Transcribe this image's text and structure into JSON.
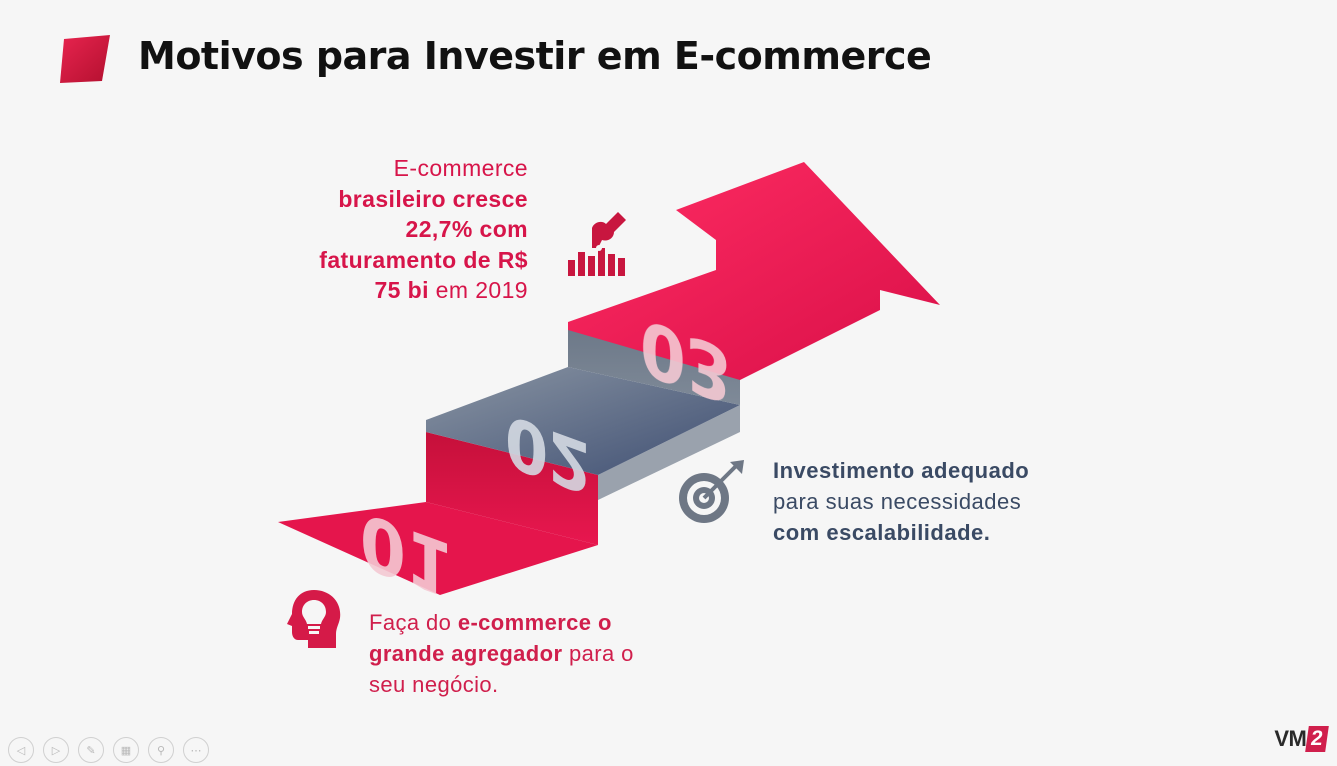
{
  "slide": {
    "title": "Motivos para Investir em E-commerce"
  },
  "steps": [
    {
      "number": "01"
    },
    {
      "number": "02"
    },
    {
      "number": "03"
    }
  ],
  "step_03_text": {
    "line1": "E-commerce",
    "line2": "brasileiro cresce",
    "line3": "22,7% com",
    "line4": "faturamento de R$",
    "line5_bold": "75 bi",
    "line5_regular": " em 2019"
  },
  "step_02_text": {
    "line1": "Investimento adequado",
    "line2": "para suas necessidades",
    "line3": "com escalabilidade."
  },
  "step_01_text": {
    "line1_regular": "Faça do ",
    "line1_bold": "e-commerce o",
    "line2_bold": "grande agregador",
    "line2_regular": " para o",
    "line3": "seu negócio."
  },
  "icons": {
    "title_mark": "red-parallelogram-icon",
    "step_03": "hand-bar-chart-icon",
    "step_02": "target-arrow-icon",
    "step_01": "head-lightbulb-icon"
  },
  "logo": {
    "text": "VM",
    "box": "2"
  },
  "nav": {
    "prev": "◁",
    "next": "▷",
    "pen": "✎",
    "slides": "▦",
    "zoom": "⚲",
    "more": "⋯"
  },
  "colors": {
    "accent_red": "#e0134d",
    "slate": "#6e7a8a",
    "navy_text": "#3a4a64",
    "background": "#f6f6f6"
  }
}
